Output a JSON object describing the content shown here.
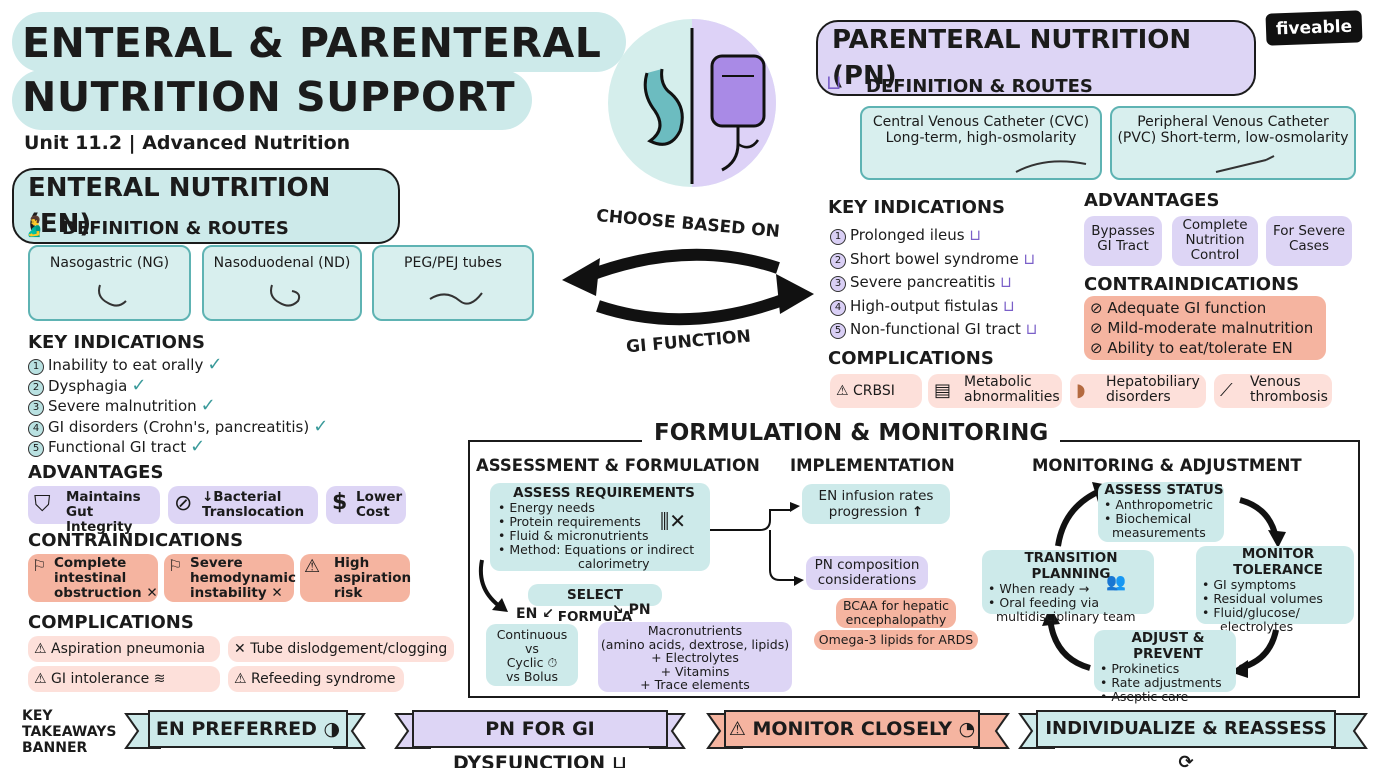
{
  "brand": "fiveable",
  "title_line1": "ENTERAL & PARENTERAL",
  "title_line2": "NUTRITION SUPPORT",
  "subtitle": "Unit 11.2 | Advanced Nutrition",
  "en": {
    "header": "ENTERAL NUTRITION (EN)",
    "def_title": "DEFINITION & ROUTES",
    "routes": [
      "Nasogastric (NG)",
      "Nasoduodenal (ND)",
      "PEG/PEJ tubes"
    ],
    "ind_title": "KEY INDICATIONS",
    "indications": [
      {
        "n": "1",
        "t": "Inability to eat orally"
      },
      {
        "n": "2",
        "t": "Dysphagia"
      },
      {
        "n": "3",
        "t": "Severe malnutrition"
      },
      {
        "n": "4",
        "t": "GI disorders (Crohn's, pancreatitis)"
      },
      {
        "n": "5",
        "t": "Functional GI tract"
      }
    ],
    "adv_title": "ADVANTAGES",
    "advantages": [
      {
        "l1": "Maintains",
        "l2": "Gut Integrity"
      },
      {
        "l1": "↓Bacterial",
        "l2": "Translocation"
      },
      {
        "l1": "Lower",
        "l2": "Cost"
      }
    ],
    "contra_title": "CONTRAINDICATIONS",
    "contra": [
      {
        "l1": "Complete",
        "l2": "intestinal",
        "l3": "obstruction"
      },
      {
        "l1": "Severe",
        "l2": "hemodynamic",
        "l3": "instability"
      },
      {
        "l1": "High",
        "l2": "aspiration",
        "l3": "risk"
      }
    ],
    "comp_title": "COMPLICATIONS",
    "complications": [
      "Aspiration pneumonia",
      "Tube dislodgement/clogging",
      "GI intolerance",
      "Refeeding syndrome"
    ]
  },
  "center": {
    "arrow_top": "CHOOSE BASED ON",
    "arrow_bottom": "GI FUNCTION"
  },
  "pn": {
    "header": "PARENTERAL NUTRITION (PN)",
    "def_title": "DEFINITION & ROUTES",
    "cvc_l1": "Central Venous Catheter (CVC)",
    "cvc_l2": "Long-term, high-osmolarity",
    "pvc_l1": "Peripheral Venous Catheter",
    "pvc_l2": "(PVC) Short-term, low-osmolarity",
    "ind_title": "KEY INDICATIONS",
    "indications": [
      {
        "n": "1",
        "t": "Prolonged ileus"
      },
      {
        "n": "2",
        "t": "Short bowel syndrome"
      },
      {
        "n": "3",
        "t": "Severe pancreatitis"
      },
      {
        "n": "4",
        "t": "High-output fistulas"
      },
      {
        "n": "5",
        "t": "Non-functional GI tract"
      }
    ],
    "adv_title": "ADVANTAGES",
    "advantages": [
      {
        "l1": "Bypasses",
        "l2": "GI Tract",
        "l3": ""
      },
      {
        "l1": "Complete",
        "l2": "Nutrition",
        "l3": "Control"
      },
      {
        "l1": "For Severe",
        "l2": "Cases",
        "l3": ""
      }
    ],
    "contra_title": "CONTRAINDICATIONS",
    "contra": [
      "Adequate GI function",
      "Mild-moderate malnutrition",
      "Ability to eat/tolerate EN"
    ],
    "comp_title": "COMPLICATIONS",
    "complications": [
      {
        "l1": "CRBSI",
        "l2": ""
      },
      {
        "l1": "Metabolic",
        "l2": "abnormalities"
      },
      {
        "l1": "Hepatobiliary",
        "l2": "disorders"
      },
      {
        "l1": "Venous",
        "l2": "thrombosis"
      }
    ]
  },
  "form": {
    "title": "FORMULATION & MONITORING",
    "col1_title": "ASSESSMENT & FORMULATION",
    "col2_title": "IMPLEMENTATION",
    "col3_title": "MONITORING & ADJUSTMENT",
    "assess_title": "ASSESS REQUIREMENTS",
    "assess_items": [
      "Energy needs",
      "Protein requirements",
      "Fluid & micronutrients",
      "Method: Equations or indirect"
    ],
    "assess_tail": "calorimetry",
    "select": "SELECT FORMULA",
    "en_label": "EN",
    "pn_label": "PN",
    "en_opts": [
      "Continuous",
      "vs",
      "Cyclic",
      "vs Bolus"
    ],
    "pn_opts": [
      "Macronutrients",
      "(amino acids, dextrose, lipids)",
      "+ Electrolytes",
      "+ Vitamins",
      "+ Trace elements"
    ],
    "impl_en_l1": "EN infusion rates",
    "impl_en_l2": "progression",
    "impl_pn_l1": "PN composition",
    "impl_pn_l2": "considerations",
    "bcaa_l1": "BCAA for hepatic",
    "bcaa_l2": "encephalopathy",
    "omega": "Omega-3 lipids for ARDS",
    "assess_status": "ASSESS STATUS",
    "assess_status_items": [
      "Anthropometric",
      "Biochemical"
    ],
    "assess_status_tail": "measurements",
    "monitor_tol": "MONITOR TOLERANCE",
    "monitor_items": [
      "GI symptoms",
      "Residual volumes",
      "Fluid/glucose/"
    ],
    "monitor_tail": "electrolytes",
    "adjust": "ADJUST & PREVENT",
    "adjust_items": [
      "Prokinetics",
      "Rate adjustments",
      "Aseptic care"
    ],
    "transition": "TRANSITION PLANNING",
    "transition_items": [
      "When ready →",
      "Oral feeding via"
    ],
    "transition_tail": "multidisciplinary team"
  },
  "takeaways": {
    "label_l1": "KEY",
    "label_l2": "TAKEAWAYS",
    "label_l3": "BANNER",
    "items": [
      "EN PREFERRED",
      "PN FOR GI DYSFUNCTION",
      "MONITOR CLOSELY",
      "INDIVIDUALIZE & REASSESS"
    ]
  }
}
